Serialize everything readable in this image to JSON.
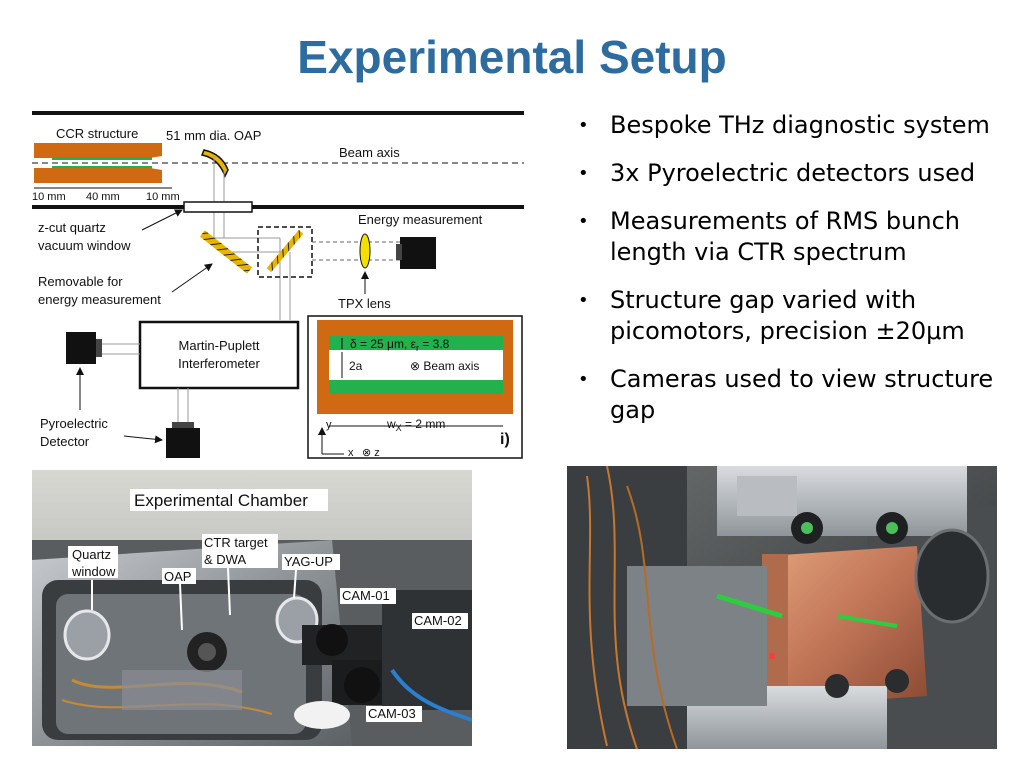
{
  "slide": {
    "title": "Experimental Setup",
    "bullets": [
      "Bespoke THz diagnostic system",
      "3x Pyroelectric detectors used",
      "Measurements of RMS bunch length via CTR spectrum",
      "Structure gap varied with picomotors, precision ±20μm",
      "Cameras used to view structure gap"
    ]
  },
  "diagram": {
    "ccr_structure": "CCR structure",
    "oap": "51 mm dia. OAP",
    "beam_axis": "Beam axis",
    "dim_left": "10 mm",
    "dim_mid": "40 mm",
    "dim_right": "10 mm",
    "window_l1": "z-cut quartz",
    "window_l2": "vacuum window",
    "energy_meas": "Energy measurement",
    "removable_l1": "Removable for",
    "removable_l2": "energy measurement",
    "tpx_lens": "TPX lens",
    "interf_l1": "Martin-Puplett",
    "interf_l2": "Interferometer",
    "pyro_l1": "Pyroelectric",
    "pyro_l2": "Detector",
    "inset": {
      "delta": "δ = 25 μm, ε",
      "eps_sub": "r",
      "eps_val": " = 3.8",
      "gap": "2a",
      "beam_axis_marker": "⊗ Beam axis",
      "width_sym": "w",
      "width_sub": "X",
      "width_val": " = 2 mm",
      "axis_y": "y",
      "axis_x": "x",
      "axis_z": "⊗ z",
      "panel": "i)"
    },
    "colors": {
      "copper": "#d06a12",
      "green": "#22b14c",
      "dark": "#111111"
    }
  },
  "photo_chamber": {
    "labels": {
      "chamber": "Experimental Chamber",
      "quartz_l1": "Quartz",
      "quartz_l2": "window",
      "oap": "OAP",
      "ctr_l1": "CTR target",
      "ctr_l2": "& DWA",
      "yag": "YAG-UP",
      "cam1": "CAM-01",
      "cam2": "CAM-02",
      "cam3": "CAM-03"
    }
  }
}
